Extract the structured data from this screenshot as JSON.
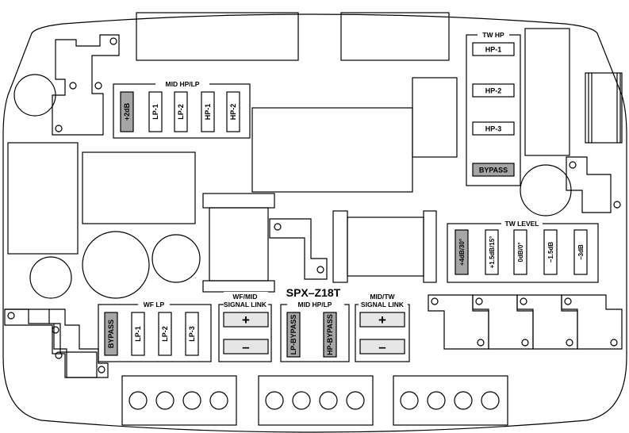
{
  "board": {
    "model": "SPX–Z18T"
  },
  "groups": {
    "mid_hplp_top": {
      "title": "MID HP/LP",
      "switches": [
        {
          "label": "+2dB",
          "selected": true
        },
        {
          "label": "LP-1",
          "selected": false
        },
        {
          "label": "LP-2",
          "selected": false
        },
        {
          "label": "HP-1",
          "selected": false
        },
        {
          "label": "HP-2",
          "selected": false
        }
      ]
    },
    "tw_hp": {
      "title": "TW HP",
      "switches": [
        {
          "label": "HP-1",
          "selected": false
        },
        {
          "label": "HP-2",
          "selected": false
        },
        {
          "label": "HP-3",
          "selected": false
        },
        {
          "label": "BYPASS",
          "selected": true
        }
      ]
    },
    "tw_level": {
      "title": "TW LEVEL",
      "switches": [
        {
          "label": "+4dB/30°",
          "selected": true
        },
        {
          "label": "+1.5dB/15°",
          "selected": false
        },
        {
          "label": "0dB/0°",
          "selected": false
        },
        {
          "label": "–1.5dB",
          "selected": false
        },
        {
          "label": "–3dB",
          "selected": false
        }
      ]
    },
    "wf_lp": {
      "title": "WF LP",
      "switches": [
        {
          "label": "BYPASS",
          "selected": true
        },
        {
          "label": "LP-1",
          "selected": false
        },
        {
          "label": "LP-2",
          "selected": false
        },
        {
          "label": "LP-3",
          "selected": false
        }
      ]
    },
    "wf_mid_link": {
      "title_line1": "WF/MID",
      "title_line2": "SIGNAL LINK",
      "plus": "+",
      "minus": "–"
    },
    "mid_hplp_bottom": {
      "title": "MID HP/LP",
      "switches": [
        {
          "label": "LP-BYPASS",
          "selected": true
        },
        {
          "label": "HP-BYPASS",
          "selected": true
        }
      ]
    },
    "mid_tw_link": {
      "title_line1": "MID/TW",
      "title_line2": "SIGNAL LINK",
      "plus": "+",
      "minus": "–"
    }
  },
  "colors": {
    "outline": "#000000",
    "switch_selected": "#a6a6a6",
    "switch_normal": "#ffffff",
    "link_button": "#e6e6e6"
  }
}
